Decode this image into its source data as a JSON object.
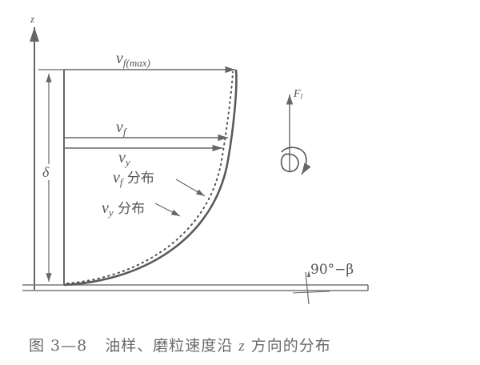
{
  "diagram": {
    "axis_label": "z",
    "thickness_label": "δ",
    "vmax": {
      "main": "v",
      "sub": "f(max)"
    },
    "vf": {
      "main": "v",
      "sub": "f"
    },
    "vy": {
      "main": "v",
      "sub": "y"
    },
    "vf_dist": {
      "main": "v",
      "sub": "f",
      "text": "分布"
    },
    "vy_dist": {
      "main": "v",
      "sub": "y",
      "text": "分布"
    },
    "force": {
      "main": "F",
      "sub": "l"
    },
    "angle_label": "90°−β",
    "colors": {
      "line": "#666666",
      "curve": "#5a5a5a",
      "text": "#555555"
    }
  },
  "caption": {
    "figure_no": "图 3—8",
    "text": "油样、磨粒速度沿",
    "var": "z",
    "text2": "方向的分布"
  }
}
